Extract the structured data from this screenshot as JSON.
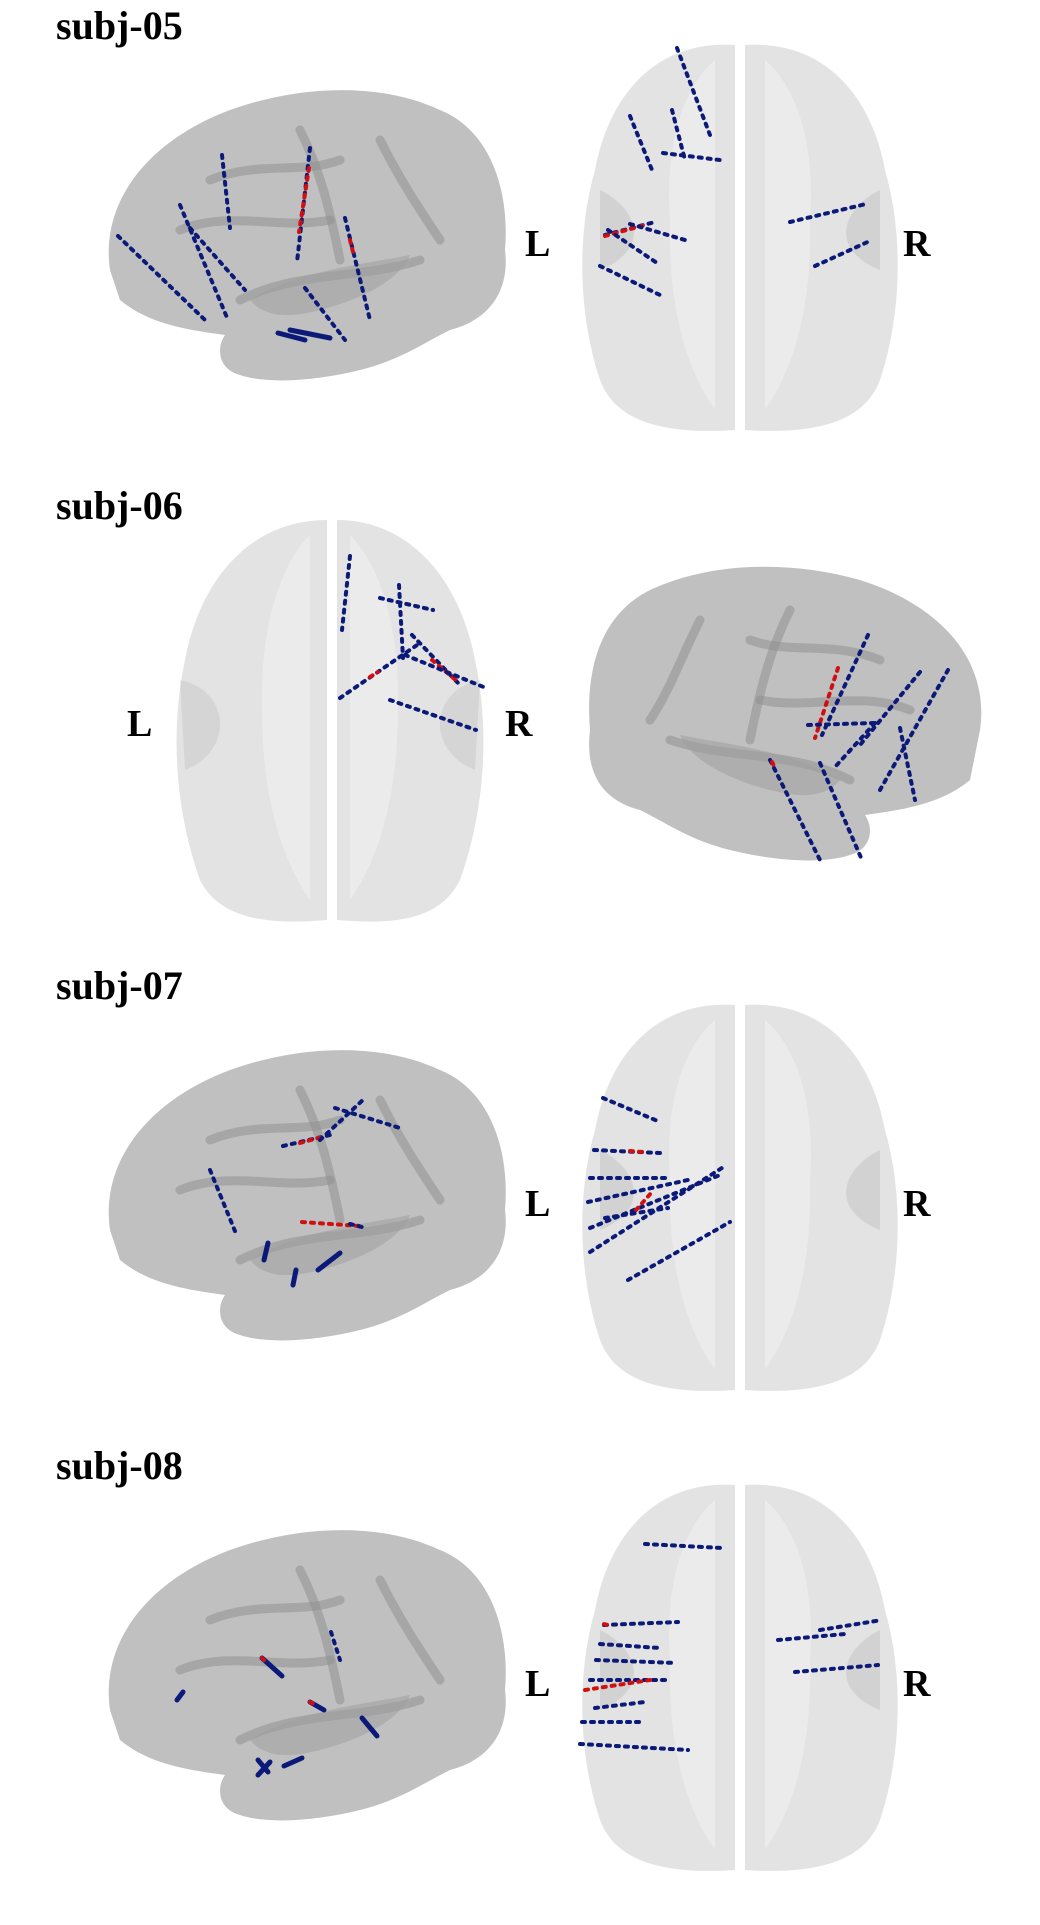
{
  "subjects": [
    {
      "id": "subj-05",
      "left_label": "L",
      "right_label": "R"
    },
    {
      "id": "subj-06",
      "left_label": "L",
      "right_label": "R"
    },
    {
      "id": "subj-07",
      "left_label": "L",
      "right_label": "R"
    },
    {
      "id": "subj-08",
      "left_label": "L",
      "right_label": "R"
    }
  ],
  "colors": {
    "electrode_default": "#0b1a78",
    "electrode_highlight": "#d01010",
    "brain_surface": "#b9b9b9"
  }
}
